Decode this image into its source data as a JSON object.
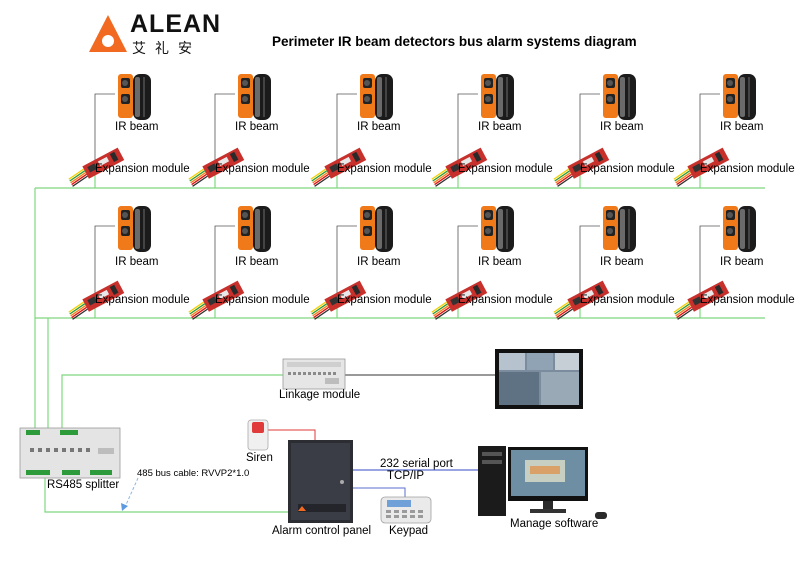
{
  "brand": {
    "name": "ALEAN",
    "name_cn": "艾礼安"
  },
  "title": "Perimeter IR beam detectors bus alarm systems diagram",
  "labels": {
    "ir_beam": "IR beam",
    "expansion_module": "Expansion module",
    "linkage_module": "Linkage module",
    "rs485_splitter": "RS485 splitter",
    "bus_cable": "485 bus cable: RVVP2*1.0",
    "siren": "Siren",
    "alarm_control_panel": "Alarm control panel",
    "keypad": "Keypad",
    "serial_port": "232 serial port",
    "tcpip": "TCP/IP",
    "manage_software": "Manage software"
  },
  "colors": {
    "bus_line": "#7fd87f",
    "siren_line": "#e03a3a",
    "network_line": "#5a6fd0",
    "beam_orange": "#f07a1a",
    "module_red": "#c8302c",
    "brand_orange": "#f26a21"
  }
}
